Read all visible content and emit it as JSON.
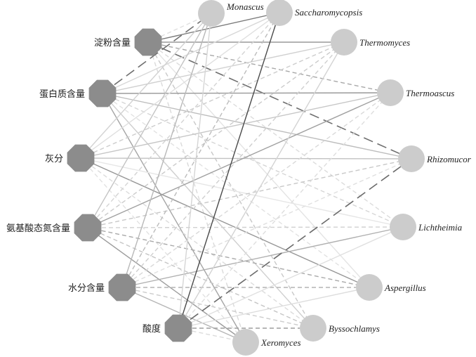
{
  "colors": {
    "octagon": "#8c8c8c",
    "circle": "#cccccc"
  },
  "properties": [
    {
      "id": "starch",
      "label": "淀粉含量"
    },
    {
      "id": "protein",
      "label": "蛋白质含量"
    },
    {
      "id": "ash",
      "label": "灰分"
    },
    {
      "id": "amino_n",
      "label": "氨基酸态氮含量"
    },
    {
      "id": "moisture",
      "label": "水分含量"
    },
    {
      "id": "acidity",
      "label": "酸度"
    }
  ],
  "genera": [
    {
      "id": "monascus",
      "label": "Monascus"
    },
    {
      "id": "saccharomycopsis",
      "label": "Saccharomycopsis"
    },
    {
      "id": "thermomyces",
      "label": "Thermomyces"
    },
    {
      "id": "thermoascus",
      "label": "Thermoascus"
    },
    {
      "id": "rhizomucor",
      "label": "Rhizomucor"
    },
    {
      "id": "lichtheimia",
      "label": "Lichtheimia"
    },
    {
      "id": "aspergillus",
      "label": "Aspergillus"
    },
    {
      "id": "byssochlamys",
      "label": "Byssochlamys"
    },
    {
      "id": "xeromyces",
      "label": "Xeromyces"
    }
  ],
  "edges": [
    [
      "starch",
      "monascus",
      "dashed",
      "#e0e0e0"
    ],
    [
      "starch",
      "saccharomycopsis",
      "solid",
      "#7a7a7a"
    ],
    [
      "starch",
      "thermomyces",
      "solid",
      "#9a9a9a"
    ],
    [
      "starch",
      "thermoascus",
      "dashed",
      "#a8a8a8"
    ],
    [
      "starch",
      "rhizomucor",
      "longdash",
      "#6e6e6e"
    ],
    [
      "starch",
      "lichtheimia",
      "dashed",
      "#dcdcdc"
    ],
    [
      "starch",
      "aspergillus",
      "solid",
      "#e4e4e4"
    ],
    [
      "starch",
      "byssochlamys",
      "dashed",
      "#c8c8c8"
    ],
    [
      "starch",
      "xeromyces",
      "dashed",
      "#dadada"
    ],
    [
      "protein",
      "monascus",
      "longdash",
      "#707070"
    ],
    [
      "protein",
      "saccharomycopsis",
      "solid",
      "#d8d8d8"
    ],
    [
      "protein",
      "thermomyces",
      "solid",
      "#d0d0d0"
    ],
    [
      "protein",
      "thermoascus",
      "solid",
      "#999999"
    ],
    [
      "protein",
      "rhizomucor",
      "solid",
      "#bdbdbd"
    ],
    [
      "protein",
      "lichtheimia",
      "dashed",
      "#d6d6d6"
    ],
    [
      "protein",
      "aspergillus",
      "dashed",
      "#e2e2e2"
    ],
    [
      "protein",
      "byssochlamys",
      "solid",
      "#cfcfcf"
    ],
    [
      "protein",
      "xeromyces",
      "solid",
      "#a5a5a5"
    ],
    [
      "ash",
      "monascus",
      "solid",
      "#d2d2d2"
    ],
    [
      "ash",
      "saccharomycopsis",
      "solid",
      "#e0e0e0"
    ],
    [
      "ash",
      "thermomyces",
      "dashed",
      "#cdcdcd"
    ],
    [
      "ash",
      "thermoascus",
      "solid",
      "#c6c6c6"
    ],
    [
      "ash",
      "rhizomucor",
      "solid",
      "#c2c2c2"
    ],
    [
      "ash",
      "lichtheimia",
      "solid",
      "#e6e6e6"
    ],
    [
      "ash",
      "aspergillus",
      "solid",
      "#969696"
    ],
    [
      "ash",
      "byssochlamys",
      "dashed",
      "#dcdcdc"
    ],
    [
      "ash",
      "xeromyces",
      "dashed",
      "#e2e2e2"
    ],
    [
      "amino_n",
      "monascus",
      "solid",
      "#c4c4c4"
    ],
    [
      "amino_n",
      "saccharomycopsis",
      "dashed",
      "#d4d4d4"
    ],
    [
      "amino_n",
      "thermomyces",
      "dashed",
      "#cbcbcb"
    ],
    [
      "amino_n",
      "thermoascus",
      "solid",
      "#a0a0a0"
    ],
    [
      "amino_n",
      "rhizomucor",
      "dashed",
      "#c8c8c8"
    ],
    [
      "amino_n",
      "lichtheimia",
      "dashed",
      "#d0d0d0"
    ],
    [
      "amino_n",
      "aspergillus",
      "dashed",
      "#a9a9a9"
    ],
    [
      "amino_n",
      "byssochlamys",
      "dashed",
      "#c5c5c5"
    ],
    [
      "amino_n",
      "xeromyces",
      "solid",
      "#9c9c9c"
    ],
    [
      "moisture",
      "monascus",
      "solid",
      "#b8b8b8"
    ],
    [
      "moisture",
      "saccharomycopsis",
      "dashed",
      "#bcbcbc"
    ],
    [
      "moisture",
      "thermomyces",
      "dashed",
      "#cfcfcf"
    ],
    [
      "moisture",
      "thermoascus",
      "dashed",
      "#d9d9d9"
    ],
    [
      "moisture",
      "rhizomucor",
      "dashed",
      "#e0e0e0"
    ],
    [
      "moisture",
      "lichtheimia",
      "solid",
      "#b0b0b0"
    ],
    [
      "moisture",
      "aspergillus",
      "dashed",
      "#b3b3b3"
    ],
    [
      "moisture",
      "byssochlamys",
      "dashed",
      "#cccccc"
    ],
    [
      "moisture",
      "xeromyces",
      "solid",
      "#b5b5b5"
    ],
    [
      "acidity",
      "monascus",
      "solid",
      "#d5d5d5"
    ],
    [
      "acidity",
      "saccharomycopsis",
      "solid",
      "#4a4a4a"
    ],
    [
      "acidity",
      "thermomyces",
      "solid",
      "#d3d3d3"
    ],
    [
      "acidity",
      "thermoascus",
      "dashed",
      "#dedede"
    ],
    [
      "acidity",
      "rhizomucor",
      "longdash",
      "#6a6a6a"
    ],
    [
      "acidity",
      "lichtheimia",
      "solid",
      "#e0e0e0"
    ],
    [
      "acidity",
      "aspergillus",
      "solid",
      "#dddddd"
    ],
    [
      "acidity",
      "byssochlamys",
      "dashed",
      "#9e9e9e"
    ],
    [
      "acidity",
      "xeromyces",
      "dashed",
      "#dcdcdc"
    ]
  ]
}
